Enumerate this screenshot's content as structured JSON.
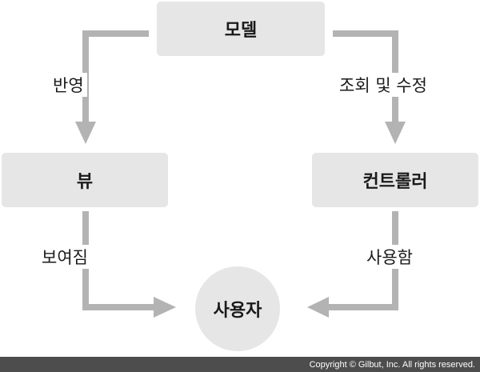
{
  "nodes": {
    "model": "모델",
    "view": "뷰",
    "controller": "컨트롤러",
    "user": "사용자"
  },
  "edges": {
    "model_to_view": "반영",
    "model_to_controller": "조회 및 수정",
    "view_to_user": "보여짐",
    "controller_to_user": "사용함"
  },
  "footer": {
    "copyright": "Copyright © Gilbut, Inc. All rights reserved."
  },
  "colors": {
    "node_fill": "#e6e6e6",
    "arrow": "#b3b3b3",
    "footer_bg": "#4d4d4d"
  }
}
